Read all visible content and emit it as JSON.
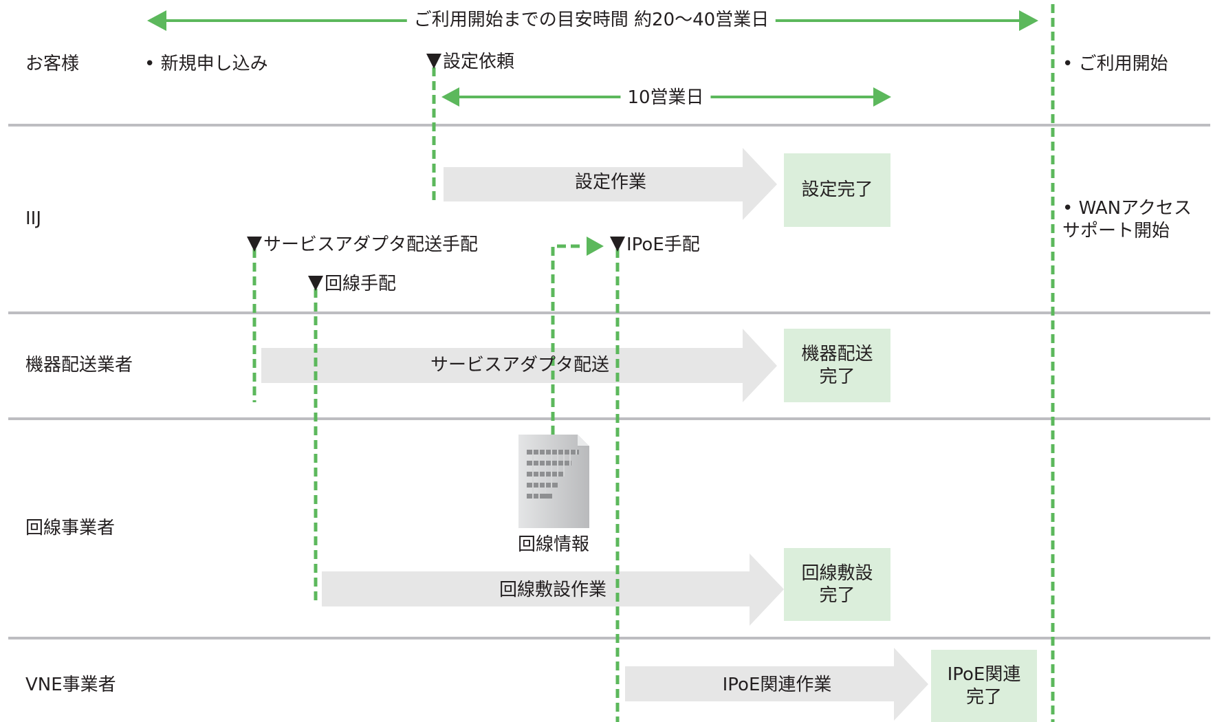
{
  "colors": {
    "accent_green": "#5cb85c",
    "lane_separator": "#bdbdc1",
    "task_arrow_fill": "#e6e6e6",
    "completion_box_fill": "#dbeedb",
    "text": "#231f20",
    "document_icon": "#c8c9cb"
  },
  "timeline": {
    "overall_label": "ご利用開始までの目安時間 約20〜40営業日",
    "config_span_label": "10営業日"
  },
  "lanes": [
    {
      "id": "customer",
      "label": "お客様"
    },
    {
      "id": "iij",
      "label": "IIJ"
    },
    {
      "id": "shipper",
      "label": "機器配送業者"
    },
    {
      "id": "carrier",
      "label": "回線事業者"
    },
    {
      "id": "vne",
      "label": "VNE事業者"
    }
  ],
  "customer": {
    "start_bullet": "• 新規申し込み",
    "config_request": "設定依頼",
    "service_start_bullet": "• ご利用開始"
  },
  "iij": {
    "config_task": "設定作業",
    "config_done": "設定完了",
    "adapter_shipping_arrange": "サービスアダプタ配送手配",
    "line_arrange": "回線手配",
    "ipoe_arrange": "IPoE手配",
    "wan_support_bullet": "• WANアクセス\nサポート開始"
  },
  "shipper": {
    "task": "サービスアダプタ配送",
    "done": "機器配送\n完了"
  },
  "carrier": {
    "line_info": "回線情報",
    "line_info_icon": "document-icon",
    "task": "回線敷設作業",
    "done": "回線敷設\n完了"
  },
  "vne": {
    "task": "IPoE関連作業",
    "done": "IPoE関連\n完了"
  }
}
